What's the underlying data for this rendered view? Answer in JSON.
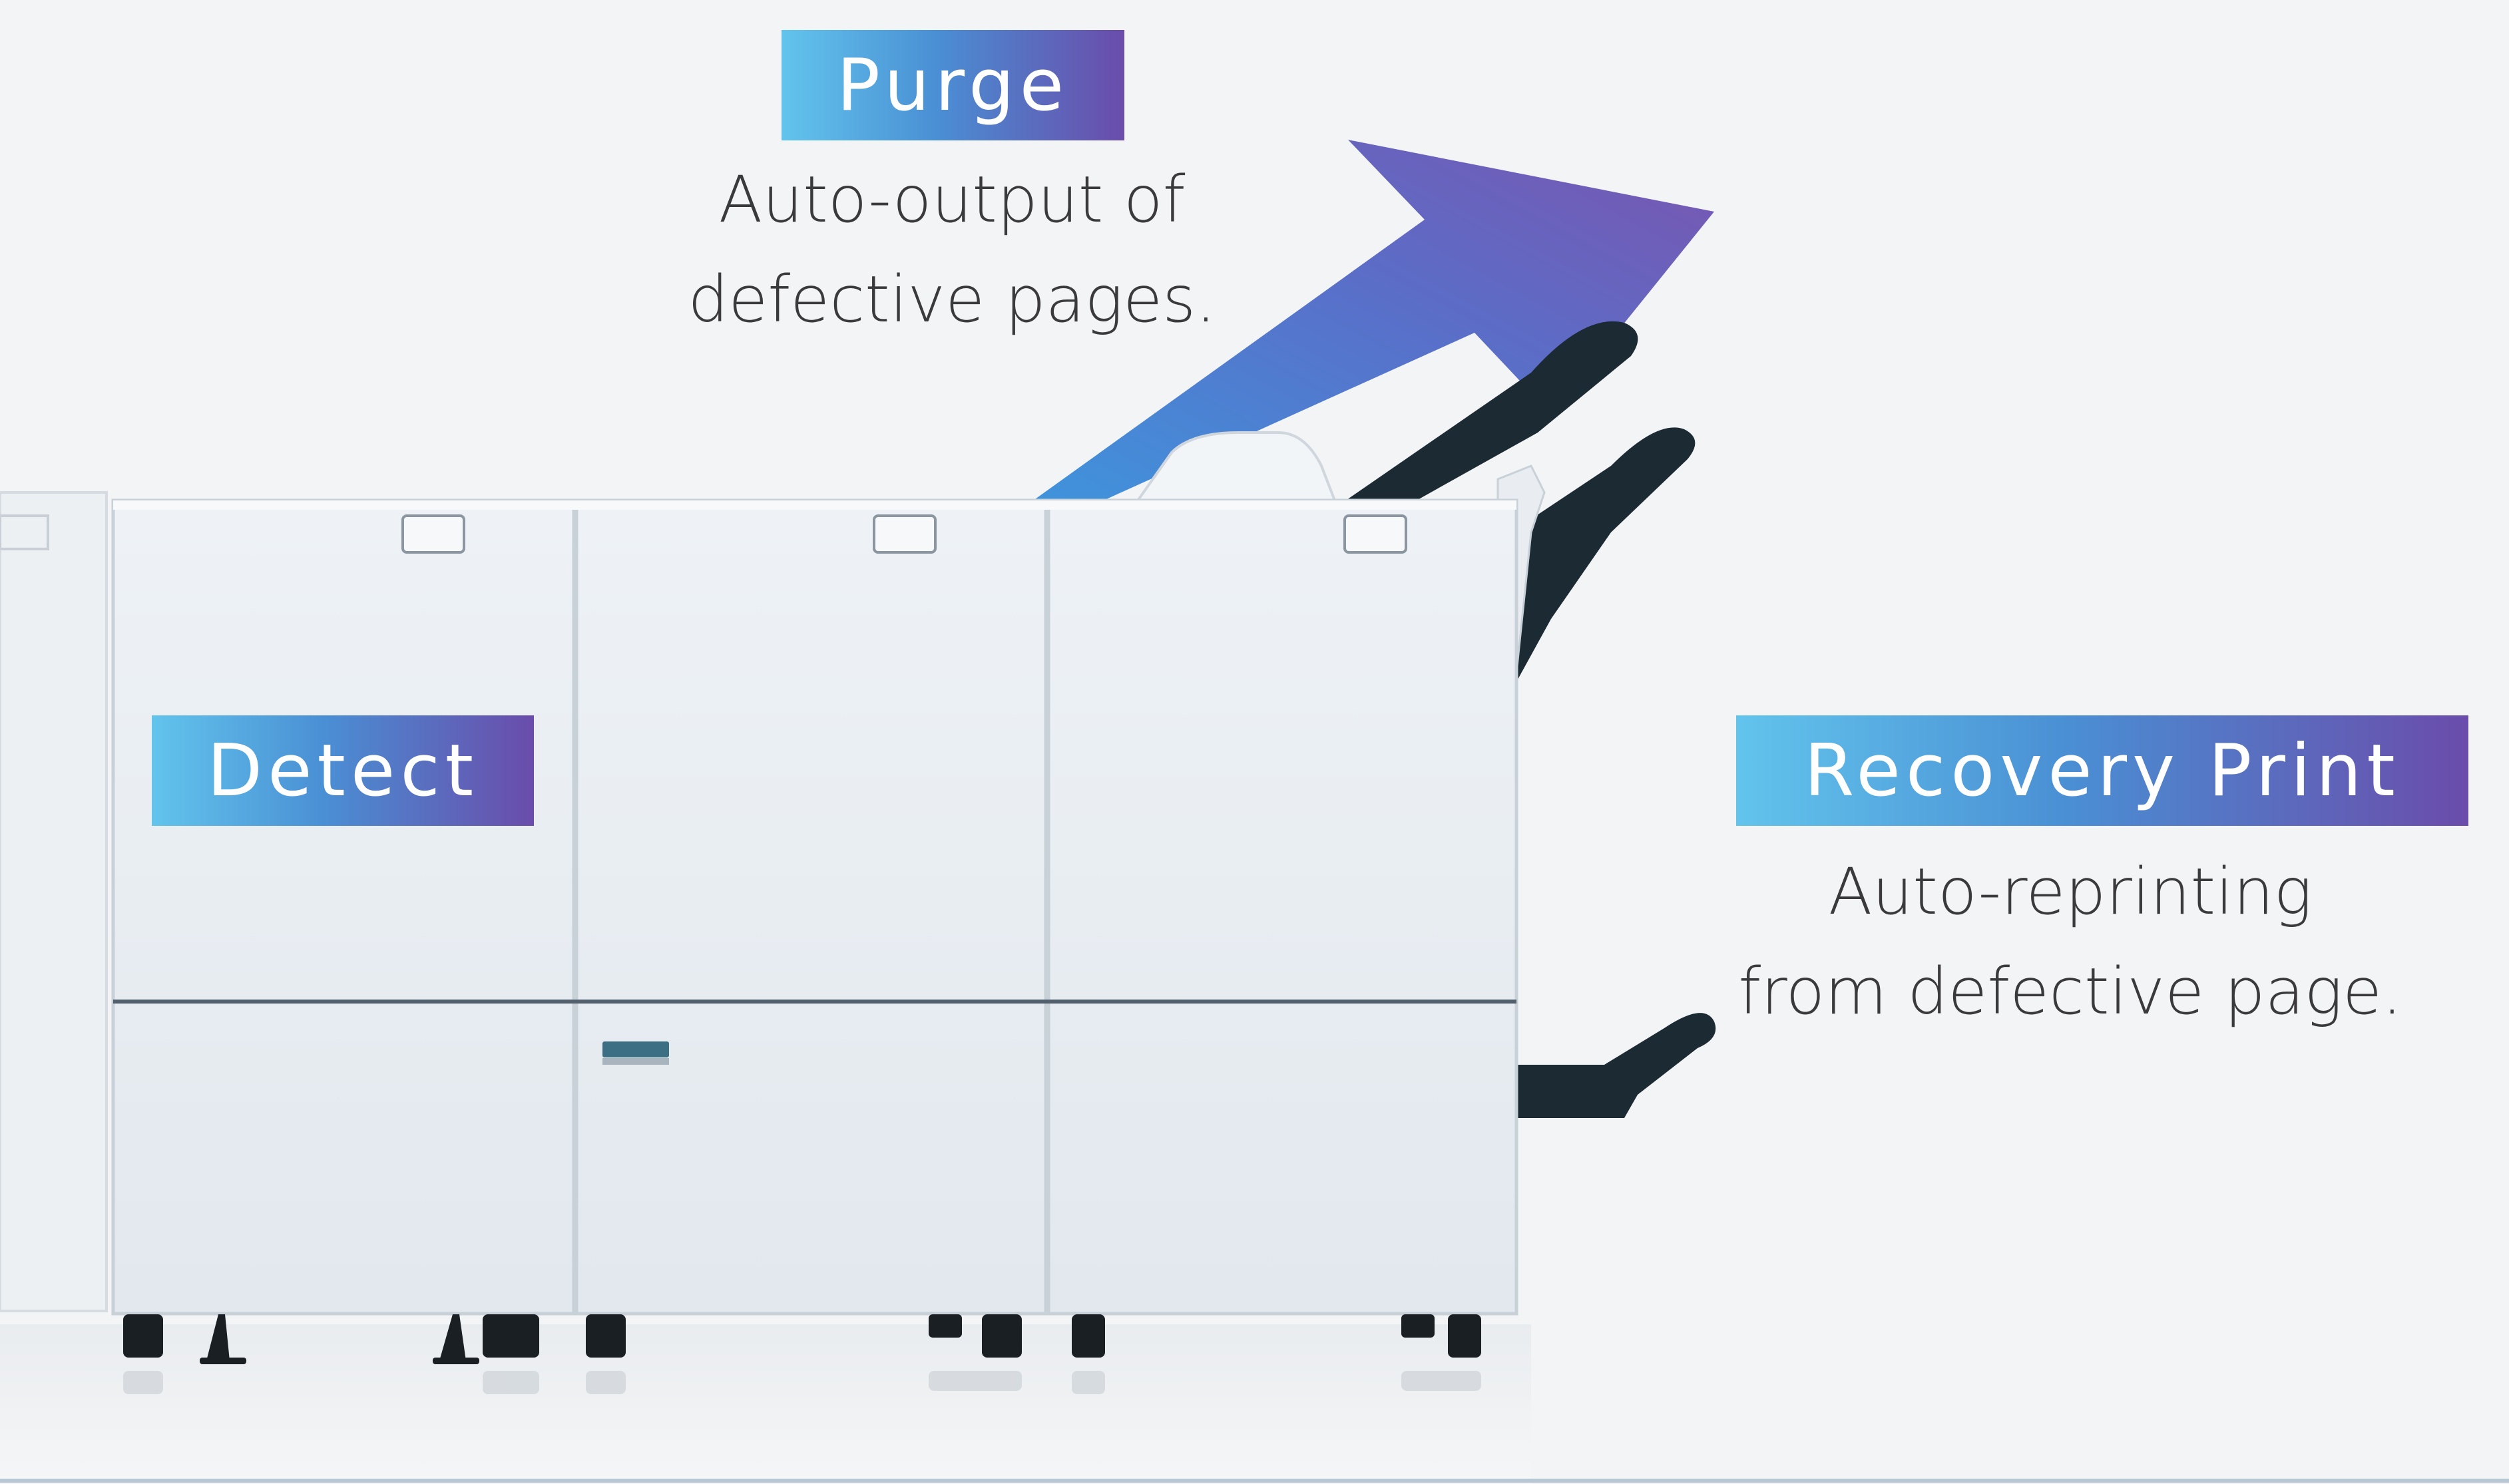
{
  "purge": {
    "title": "Purge",
    "caption": [
      "Auto-output of",
      "defective pages."
    ]
  },
  "detect": {
    "title": "Detect"
  },
  "recovery": {
    "title": "Recovery Print",
    "caption": [
      "Auto-reprinting",
      "from defective page."
    ]
  },
  "colors": {
    "badge_gradient": [
      "#62c4ec",
      "#4a8fd4",
      "#6a4cab"
    ],
    "arrow_gradient": [
      "#3f8fd8",
      "#7a55b0"
    ],
    "machine_panel": "#e6ebf0",
    "trays": "#1c2a33"
  }
}
